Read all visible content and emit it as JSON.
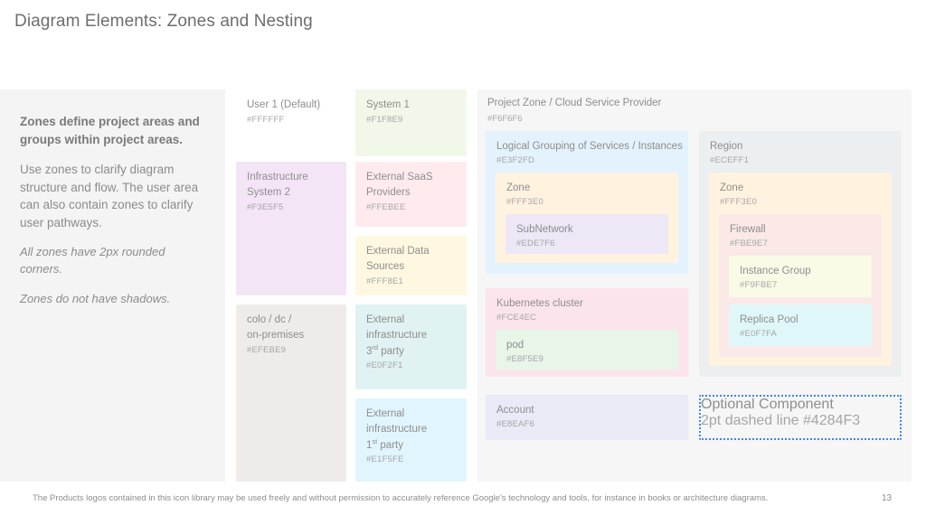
{
  "slide": {
    "title": "Diagram Elements: Zones and Nesting",
    "page_number": "13",
    "footer": "The Products logos contained in this icon library may be used freely and without permission to accurately reference Google's technology and tools, for instance in books or architecture diagrams."
  },
  "description": {
    "heading": "Zones define project areas and groups within project areas.",
    "body": "Use zones to clarify diagram structure and flow. The user area can also contain zones to clarify user pathways.",
    "note1": "All zones have 2px rounded corners.",
    "note2": "Zones do not have shadows."
  },
  "swatches": {
    "user1": {
      "label": "User 1 (Default)",
      "hex": "#FFFFFF"
    },
    "system1": {
      "label": "System 1",
      "hex": "#F1F8E9"
    },
    "infra_system2": {
      "label": "Infrastructure\nSystem 2",
      "hex": "#F3E5F5"
    },
    "external_saas": {
      "label": "External SaaS\nProviders",
      "hex": "#FFEBEE"
    },
    "external_data": {
      "label": "External Data\nSources",
      "hex": "#FFF8E1"
    },
    "colo": {
      "label": "colo / dc /\non-premises",
      "hex": "#EFEBE9"
    },
    "ext_infra_3rd": {
      "label_line1": "External",
      "label_line2": "infrastructure",
      "label_line3_num": "3",
      "label_line3_ord": "rd",
      "label_line3_rest": " party",
      "hex": "#E0F2F1"
    },
    "ext_infra_1st": {
      "label_line1": "External",
      "label_line2": "infrastructure",
      "label_line3_num": "1",
      "label_line3_ord": "st",
      "label_line3_rest": " party",
      "hex": "#E1F5FE"
    }
  },
  "project_zone": {
    "label": "Project Zone / Cloud Service Provider",
    "hex": "#F6F6F6",
    "logical_grouping": {
      "label": "Logical Grouping of Services / Instances",
      "hex": "#E3F2FD"
    },
    "zone_left": {
      "label": "Zone",
      "hex": "#FFF3E0"
    },
    "subnetwork": {
      "label": "SubNetwork",
      "hex": "#EDE7F6"
    },
    "kubernetes": {
      "label": "Kubernetes cluster",
      "hex": "#FCE4EC"
    },
    "pod": {
      "label": "pod",
      "hex": "#E8F5E9"
    },
    "account": {
      "label": "Account",
      "hex": "#E8EAF6"
    },
    "region": {
      "label": "Region",
      "hex": "#ECEFF1"
    },
    "zone_right": {
      "label": "Zone",
      "hex": "#FFF3E0"
    },
    "firewall": {
      "label": "Firewall",
      "hex": "#FBE9E7"
    },
    "instance_group": {
      "label": "Instance Group",
      "hex": "#F9FBE7"
    },
    "replica_pool": {
      "label": "Replica Pool",
      "hex": "#E0F7FA"
    },
    "optional": {
      "label": "Optional Component",
      "hex": "2pt dashed line #4284F3",
      "color": "#4284F3"
    }
  }
}
